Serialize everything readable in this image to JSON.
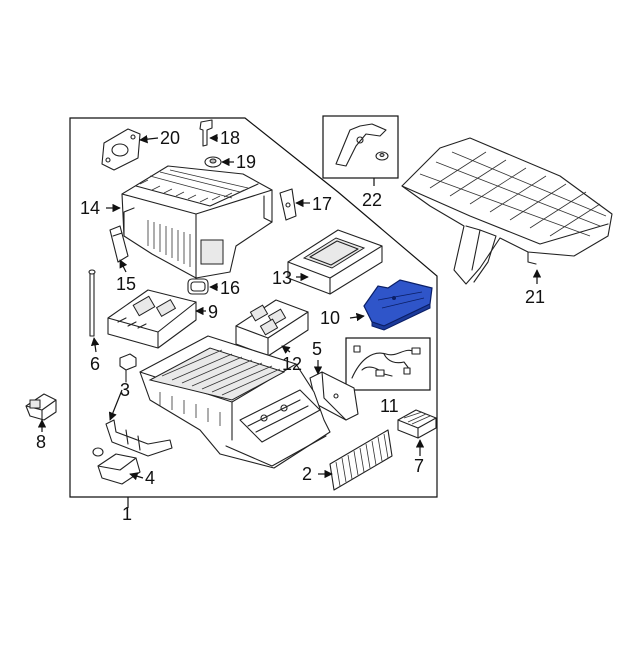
{
  "diagram": {
    "highlight_color": "#2f55c9",
    "callouts": [
      {
        "id": "c1",
        "label": "1"
      },
      {
        "id": "c2",
        "label": "2"
      },
      {
        "id": "c3",
        "label": "3"
      },
      {
        "id": "c4",
        "label": "4"
      },
      {
        "id": "c5",
        "label": "5"
      },
      {
        "id": "c6",
        "label": "6"
      },
      {
        "id": "c7",
        "label": "7"
      },
      {
        "id": "c8",
        "label": "8"
      },
      {
        "id": "c9",
        "label": "9"
      },
      {
        "id": "c10",
        "label": "10"
      },
      {
        "id": "c11",
        "label": "11"
      },
      {
        "id": "c12",
        "label": "12"
      },
      {
        "id": "c13",
        "label": "13"
      },
      {
        "id": "c14",
        "label": "14"
      },
      {
        "id": "c15",
        "label": "15"
      },
      {
        "id": "c16",
        "label": "16"
      },
      {
        "id": "c17",
        "label": "17"
      },
      {
        "id": "c18",
        "label": "18"
      },
      {
        "id": "c19",
        "label": "19"
      },
      {
        "id": "c20",
        "label": "20"
      },
      {
        "id": "c21",
        "label": "21"
      },
      {
        "id": "c22",
        "label": "22"
      }
    ]
  }
}
